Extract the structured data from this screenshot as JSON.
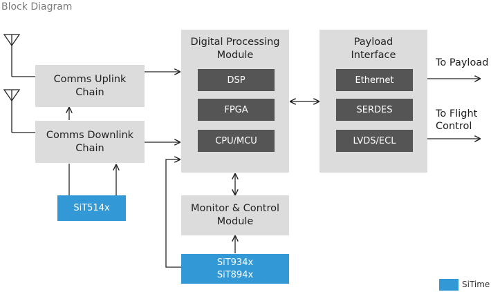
{
  "title": "Block Diagram",
  "blocks": {
    "comms_uplink": "Comms Uplink\nChain",
    "comms_downlink": "Comms Downlink\nChain",
    "digital_processing": "Digital Processing\nModule",
    "payload_interface": "Payload\nInterface",
    "monitor_control": "Monitor & Control\nModule"
  },
  "digital_items": [
    "DSP",
    "FPGA",
    "CPU/MCU"
  ],
  "payload_items": [
    "Ethernet",
    "SERDES",
    "LVDS/ECL"
  ],
  "timing_parts": {
    "comms": "SiT514x",
    "monitor": "SiT934x\nSiT894x"
  },
  "outputs": {
    "to_payload": "To Payload",
    "to_flight_control": "To Flight\nControl"
  },
  "legend": {
    "label": "SiTime",
    "color": "#3399d6"
  },
  "colors": {
    "block": "#dcdcdc",
    "inner_block": "#555555",
    "sitime": "#3399d6"
  },
  "icons": [
    "antenna-icon",
    "antenna-icon"
  ]
}
